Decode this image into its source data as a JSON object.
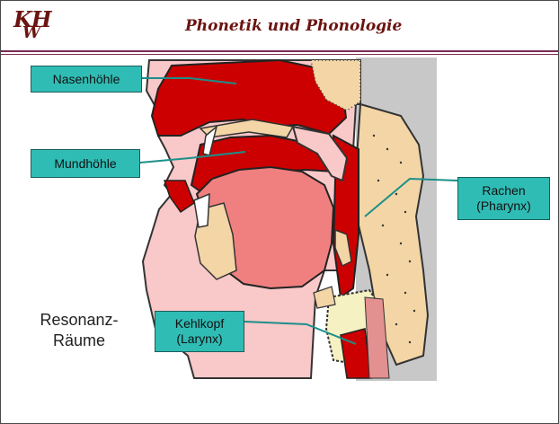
{
  "header": {
    "logo_line1": "KH",
    "logo_line2": "W",
    "title": "Phonetik und Phonologie"
  },
  "labels": {
    "nasal_cavity": "Nasenhöhle",
    "oral_cavity": "Mundhöhle",
    "pharynx_line1": "Rachen",
    "pharynx_line2": "(Pharynx)",
    "larynx_line1": "Kehlkopf",
    "larynx_line2": "(Larynx)"
  },
  "caption": {
    "line1": "Resonanz-",
    "line2": "Räume"
  },
  "colors": {
    "cavity_red": "#cc0000",
    "tissue_pink": "#f9c8c8",
    "bone_beige": "#f3d5a6",
    "cartilage_cream": "#f5f1c2",
    "label_teal": "#2fbcb4",
    "title_brown": "#6b1410",
    "background_gray": "#c8c8c8"
  }
}
